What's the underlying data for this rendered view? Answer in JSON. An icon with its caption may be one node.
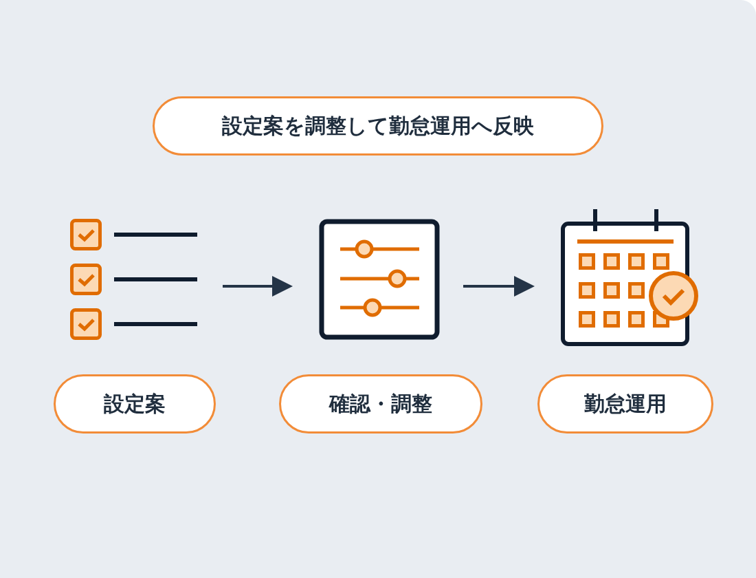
{
  "diagram": {
    "title": "設定案を調整して勤怠運用へ反映",
    "nodes": [
      {
        "text": [
          "設定案"
        ]
      },
      {
        "text": [
          "確認・調整"
        ]
      },
      {
        "text": [
          "勤怠運用"
        ]
      },
      {
        "text": [],
        "shape": "checklist"
      },
      {
        "text": [],
        "shape": "sliders"
      },
      {
        "text": [],
        "shape": "calendar"
      }
    ],
    "edges": [
      {
        "from": 3,
        "to": 4,
        "arrow": "to"
      },
      {
        "from": 4,
        "to": 5,
        "arrow": "to"
      }
    ]
  }
}
